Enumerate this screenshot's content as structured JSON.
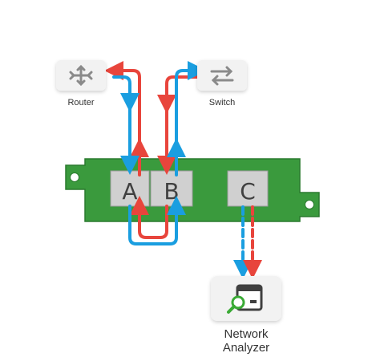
{
  "devices": {
    "router": {
      "label": "Router",
      "icon": "router-icon"
    },
    "switch": {
      "label": "Switch",
      "icon": "switch-icon"
    },
    "analyzer": {
      "label_line1": "Network",
      "label_line2": "Analyzer",
      "icon": "network-analyzer-icon"
    }
  },
  "tap": {
    "ports": [
      {
        "id": "A",
        "label": "A"
      },
      {
        "id": "B",
        "label": "B"
      },
      {
        "id": "C",
        "label": "C"
      }
    ]
  },
  "colors": {
    "tap_body": "#3a9a3d",
    "tap_border": "#2a7a2e",
    "port_fill": "#d0d0d0",
    "flow_red": "#e8453c",
    "flow_blue": "#1a9ee0",
    "device_box": "#f2f2f2",
    "icon_gray": "#8a8a8a",
    "analyzer_green": "#3aaa35"
  }
}
